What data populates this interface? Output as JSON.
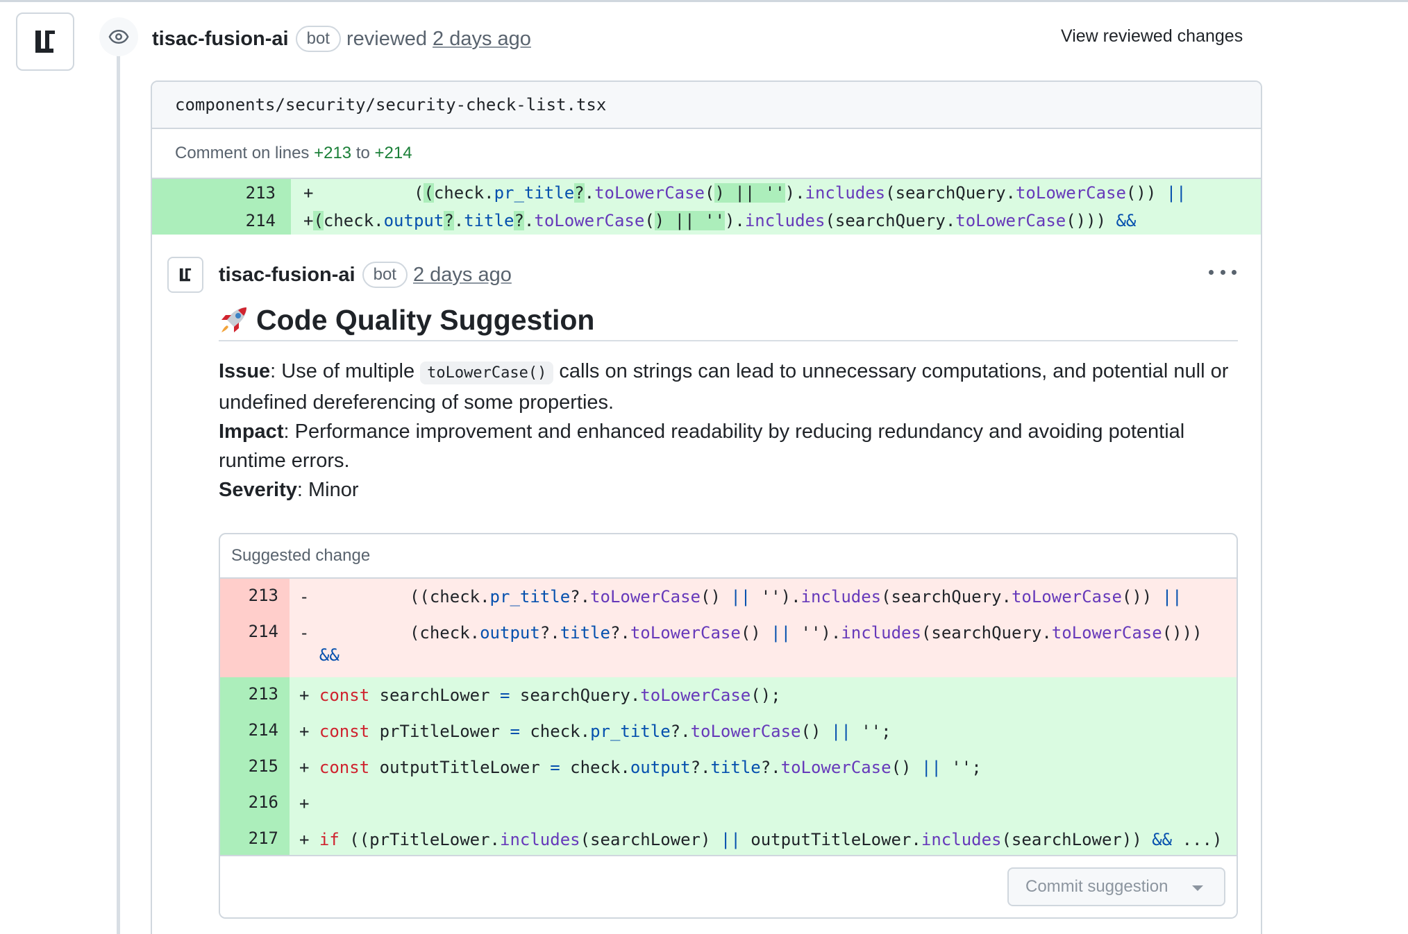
{
  "review": {
    "author": "tisac-fusion-ai",
    "bot_label": "bot",
    "action": "reviewed",
    "time": "2 days ago",
    "view_changes": "View reviewed changes"
  },
  "file": {
    "path": "components/security/security-check-list.tsx",
    "comment_on_prefix": "Comment on lines",
    "line_from": "+213",
    "to_word": "to",
    "line_to": "+214",
    "context_lines": [
      {
        "num": "213",
        "sign": "+"
      },
      {
        "num": "214",
        "sign": "+"
      }
    ]
  },
  "comment": {
    "author": "tisac-fusion-ai",
    "bot_label": "bot",
    "time": "2 days ago",
    "title": "Code Quality Suggestion",
    "issue_label": "Issue",
    "issue_text_a": ": Use of multiple ",
    "issue_code": "toLowerCase()",
    "issue_text_b": " calls on strings can lead to unnecessary computations, and potential null or undefined dereferencing of some properties.",
    "impact_label": "Impact",
    "impact_text": ": Performance improvement and enhanced readability by reducing redundancy and avoiding potential runtime errors.",
    "severity_label": "Severity",
    "severity_text": ": Minor"
  },
  "suggestion": {
    "header": "Suggested change",
    "deleted": [
      {
        "num": "213",
        "sign": "-"
      },
      {
        "num": "214",
        "sign": "-"
      }
    ],
    "added": [
      {
        "num": "213",
        "sign": "+"
      },
      {
        "num": "214",
        "sign": "+"
      },
      {
        "num": "215",
        "sign": "+"
      },
      {
        "num": "216",
        "sign": "+"
      },
      {
        "num": "217",
        "sign": "+"
      }
    ],
    "commit_label": "Commit suggestion"
  },
  "colors": {
    "add_bg": "#dafbe1",
    "add_num_bg": "#aceebb",
    "del_bg": "#ffebe9",
    "del_num_bg": "#ffcecb",
    "function": "#6639ba",
    "property": "#0550ae",
    "keyword": "#cf222e"
  }
}
